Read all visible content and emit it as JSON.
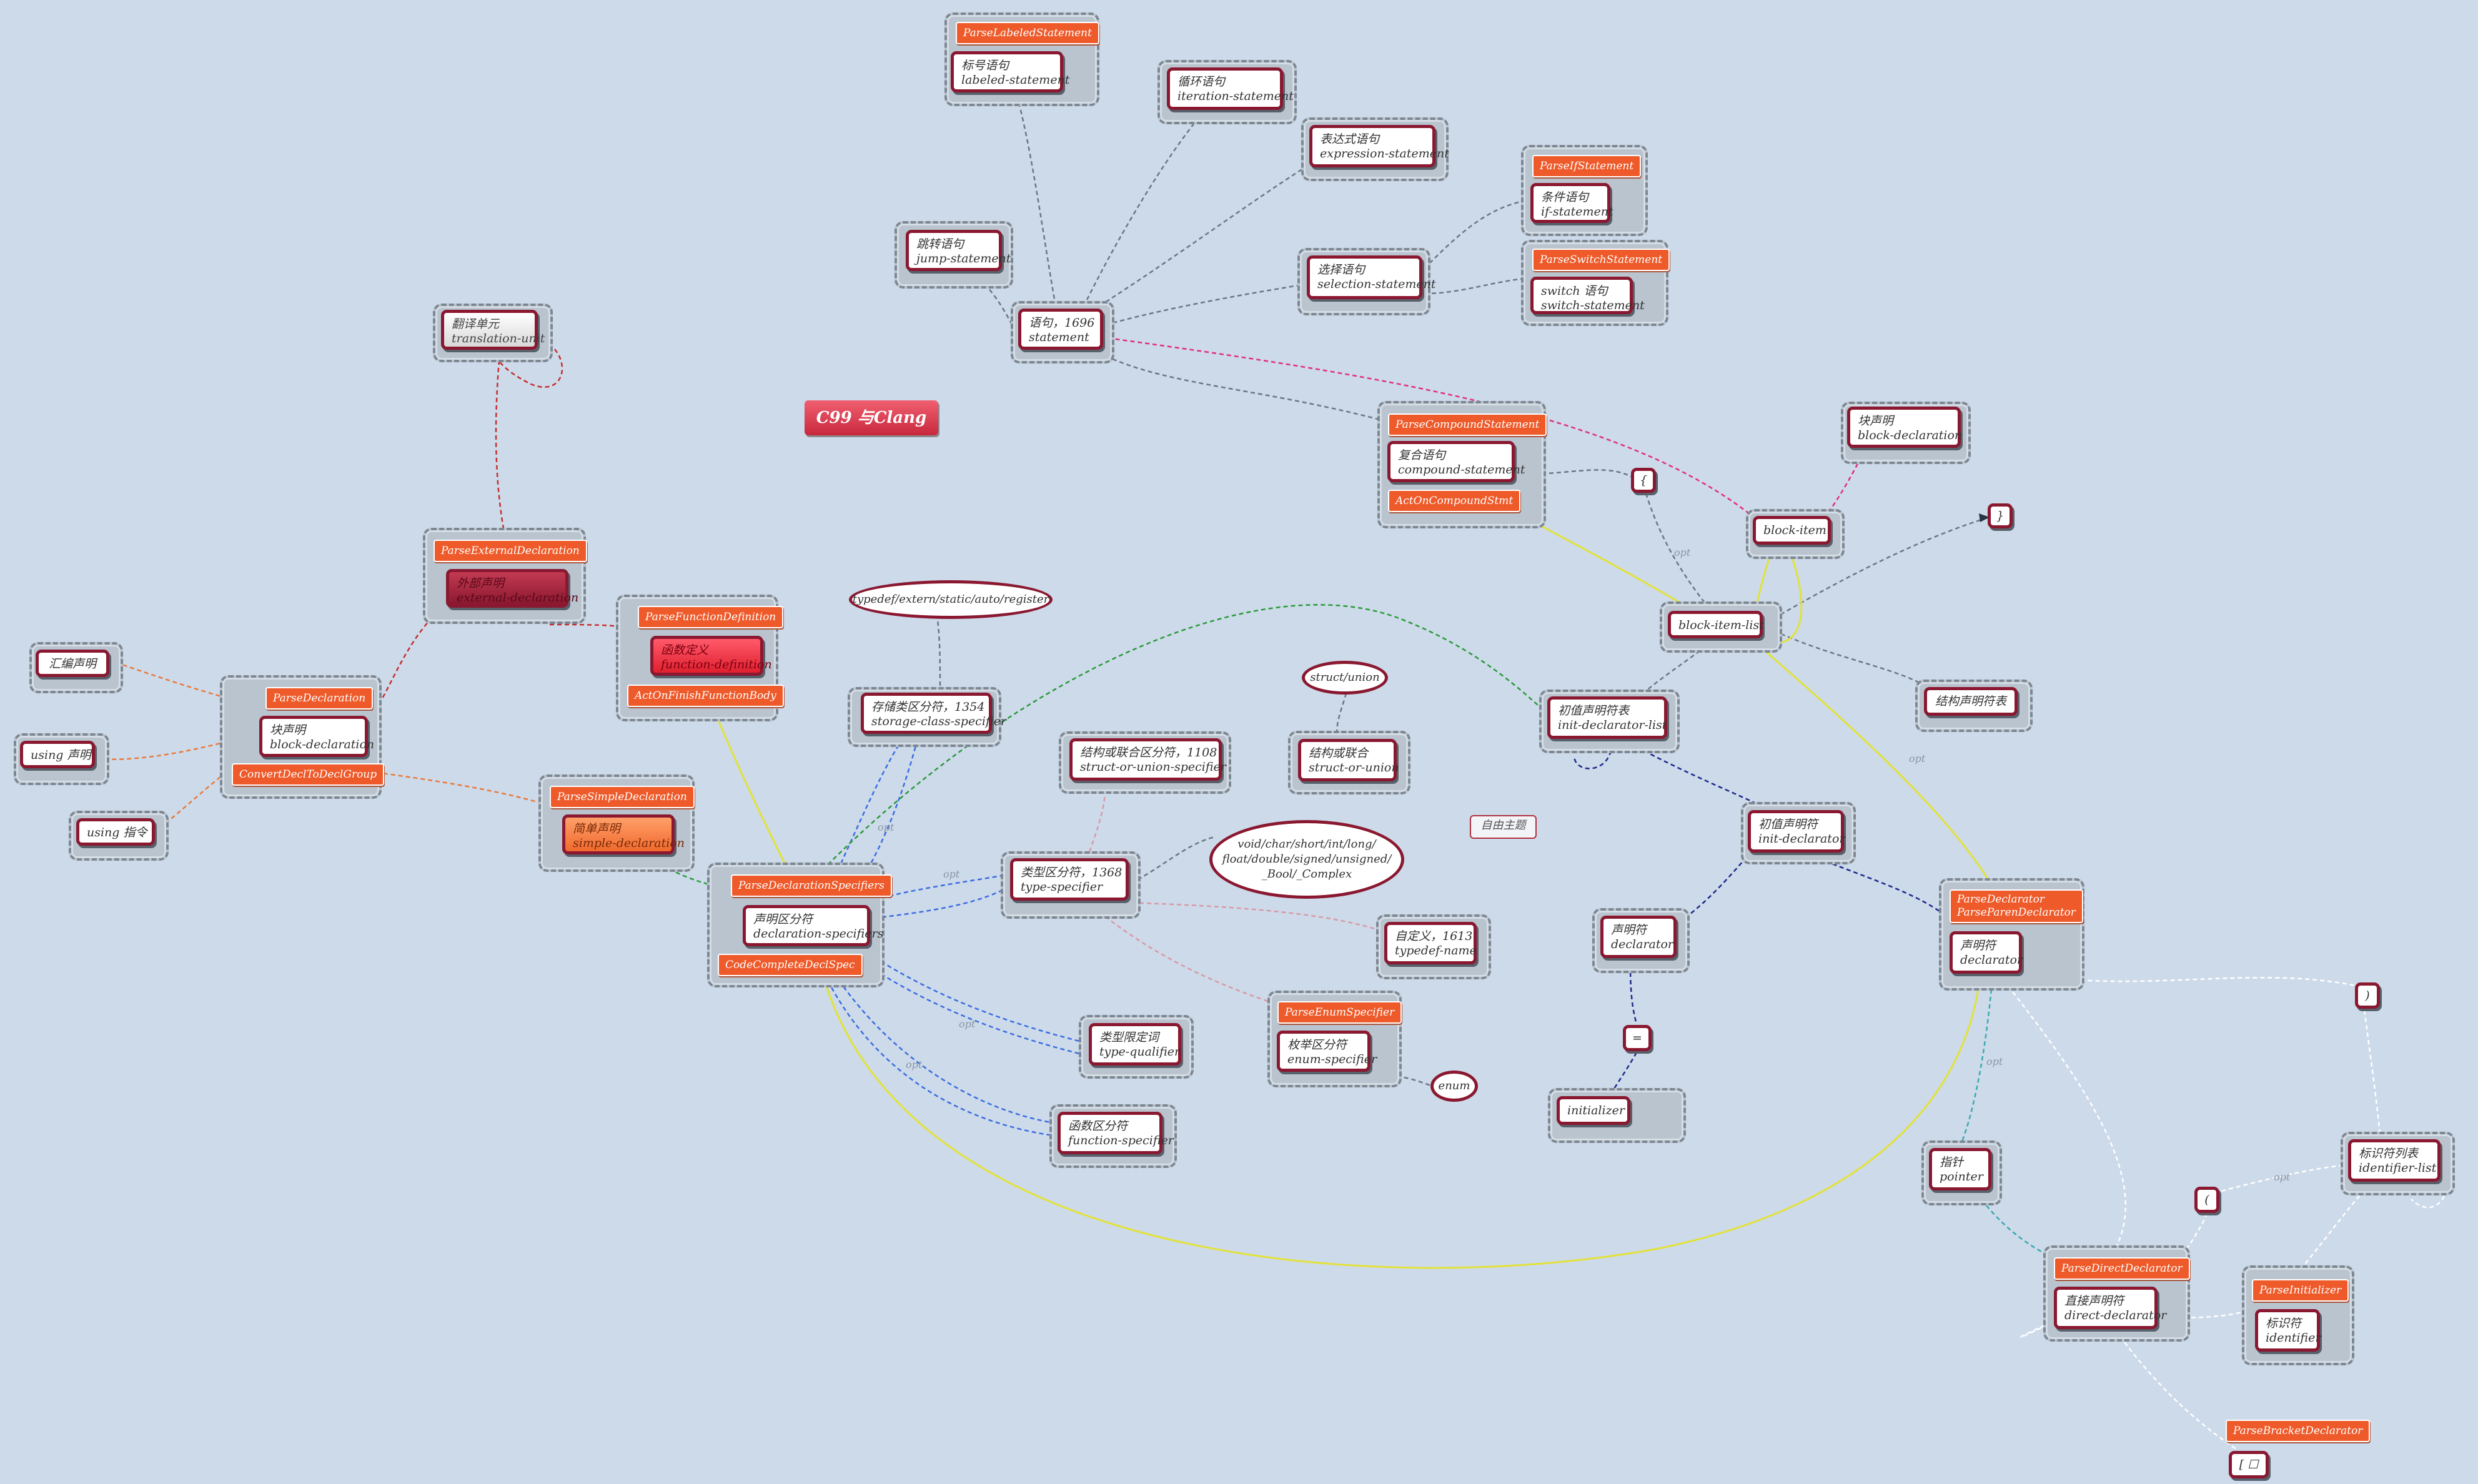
{
  "title": "C99 与Clang",
  "free_topic": "自由主题",
  "edge_label_opt": "opt",
  "colors": {
    "background": "#cddaea",
    "node_border": "#8a1830",
    "tag_fill": "#ee5a2a",
    "group_fill": "#b9c4cf"
  },
  "nodes": {
    "labeled_statement": {
      "tag": "ParseLabeledStatement",
      "zh": "标号语句",
      "en": "labeled-statement"
    },
    "iteration_statement": {
      "zh": "循环语句",
      "en": "iteration-statement"
    },
    "expression_statement": {
      "zh": "表达式语句",
      "en": "expression-statement"
    },
    "if_statement": {
      "tag": "ParseIfStatement",
      "zh": "条件语句",
      "en": "if-statement"
    },
    "switch_statement": {
      "tag": "ParseSwitchStatement",
      "zh": "switch 语句",
      "en": "switch-statement"
    },
    "jump_statement": {
      "zh": "跳转语句",
      "en": "jump-statement"
    },
    "statement": {
      "zh": "语句，1696",
      "en": "statement"
    },
    "selection_statement": {
      "zh": "选择语句",
      "en": "selection-statement"
    },
    "translation_unit": {
      "zh": "翻译单元",
      "en": "translation-unit"
    },
    "compound_statement": {
      "tag": "ParseCompoundStatement",
      "zh": "复合语句",
      "en": "compound-statement",
      "tag2": "ActOnCompoundStmt"
    },
    "block_declaration_r": {
      "zh": "块声明",
      "en": "block-declaration"
    },
    "lbrace": {
      "text": "{"
    },
    "block_item": {
      "text": "block-item"
    },
    "rbrace": {
      "text": "}"
    },
    "external_declaration": {
      "tag": "ParseExternalDeclaration",
      "zh": "外部声明",
      "en": "external-declaration"
    },
    "function_definition": {
      "tag": "ParseFunctionDefinition",
      "zh": "函数定义",
      "en": "function-definition",
      "tag2": "ActOnFinishFunctionBody"
    },
    "storage_keywords": {
      "text": "typedef/extern/static/auto/register"
    },
    "block_item_list": {
      "text": "block-item-list"
    },
    "asm_declaration": {
      "zh": "汇编声明"
    },
    "block_declaration": {
      "tag": "ParseDeclaration",
      "zh": "块声明",
      "en": "block-declaration",
      "tag2": "ConvertDeclToDeclGroup"
    },
    "using_declaration": {
      "zh": "using 声明"
    },
    "using_directive": {
      "zh": "using 指令"
    },
    "storage_class_specifier": {
      "zh": "存储类区分符，1354",
      "en": "storage-class-specifier"
    },
    "struct_union_kw": {
      "text": "struct/union"
    },
    "init_declarator_list": {
      "zh": "初值声明符表",
      "en": "init-declarator-list"
    },
    "struct_declarator_list": {
      "zh": "结构声明符表"
    },
    "struct_or_union_specifier": {
      "zh": "结构或联合区分符，1108",
      "en": "struct-or-union-specifier"
    },
    "struct_or_union": {
      "zh": "结构或联合",
      "en": "struct-or-union"
    },
    "simple_declaration": {
      "tag": "ParseSimpleDeclaration",
      "zh": "简单声明",
      "en": "simple-declaration"
    },
    "init_declarator": {
      "zh": "初值声明符",
      "en": "init-declarator"
    },
    "declaration_specifiers": {
      "tag": "ParseDeclarationSpecifiers",
      "zh": "声明区分符",
      "en": "declaration-specifiers",
      "tag2": "CodeCompleteDeclSpec"
    },
    "type_specifier": {
      "zh": "类型区分符，1368",
      "en": "type-specifier"
    },
    "basic_types": {
      "line1": "void/char/short/int/long/",
      "line2": "float/double/signed/unsigned/",
      "line3": "_Bool/_Complex"
    },
    "declarator_small": {
      "zh": "声明符",
      "en": "declarator"
    },
    "declarator": {
      "tag": "ParseDeclarator",
      "tag_b": "ParseParenDeclarator",
      "zh": "声明符",
      "en": "declarator"
    },
    "typedef_name": {
      "zh": "自定义，1613",
      "en": "typedef-name"
    },
    "rparen_r": {
      "text": ")"
    },
    "enum_specifier": {
      "tag": "ParseEnumSpecifier",
      "zh": "枚举区分符",
      "en": "enum-specifier"
    },
    "equals": {
      "text": "="
    },
    "type_qualifier": {
      "zh": "类型限定词",
      "en": "type-qualifier"
    },
    "enum_kw": {
      "text": "enum"
    },
    "initializer": {
      "text": "initializer"
    },
    "function_specifier": {
      "zh": "函数区分符",
      "en": "function-specifier"
    },
    "pointer": {
      "zh": "指针",
      "en": "pointer"
    },
    "identifier_list": {
      "zh": "标识符列表",
      "en": "identifier-list"
    },
    "lparen": {
      "text": "("
    },
    "direct_declarator": {
      "tag": "ParseDirectDeclarator",
      "zh": "直接声明符",
      "en": "direct-declarator"
    },
    "identifier": {
      "tag": "ParseInitializer",
      "zh": "标识符",
      "en": "identifier"
    },
    "bracket": {
      "tag": "ParseBracketDeclarator",
      "text": "[ ☐"
    }
  }
}
